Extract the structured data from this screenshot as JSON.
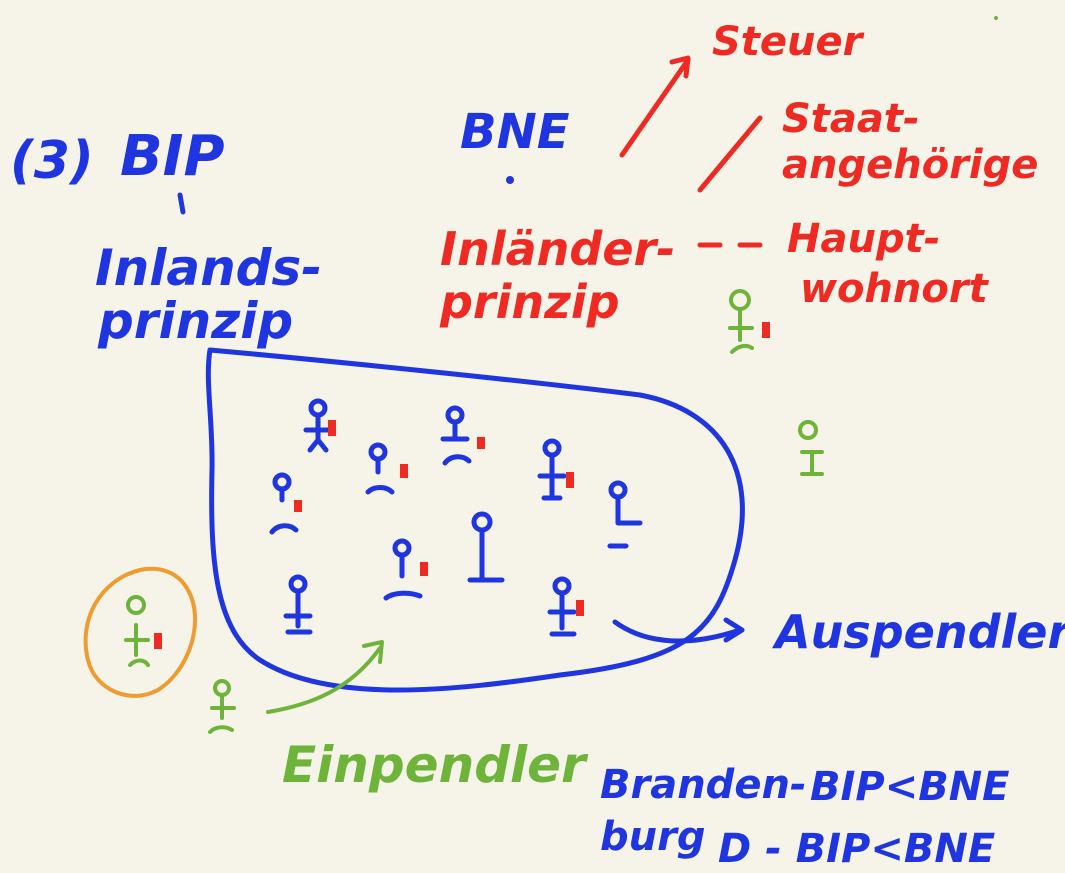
{
  "labels": {
    "section_number": "(3)",
    "bip": "BIP",
    "inlands_line1": "Inlands-",
    "inlands_line2": "prinzip",
    "bne": "BNE",
    "inlaender_line1": "Inländer-",
    "inlaender_line2": "prinzip",
    "steuer": "Steuer",
    "staat_line1": "Staat-",
    "staat_line2": "angehörige",
    "haupt_line1": "Haupt-",
    "haupt_line2": "wohnort",
    "auspendler": "Auspendler",
    "einpendler": "Einpendler",
    "note_line1a": "Branden-",
    "note_line1b": "BIP<BNE",
    "note_line2a": "burg",
    "note_line2b": "D - BIP<BNE"
  },
  "colors": {
    "background": "#f6f3e8",
    "blue_ink": "#1f35e0",
    "red_ink": "#ee2a22",
    "green_ink": "#6fb43a",
    "orange_ink": "#ef9b30"
  }
}
